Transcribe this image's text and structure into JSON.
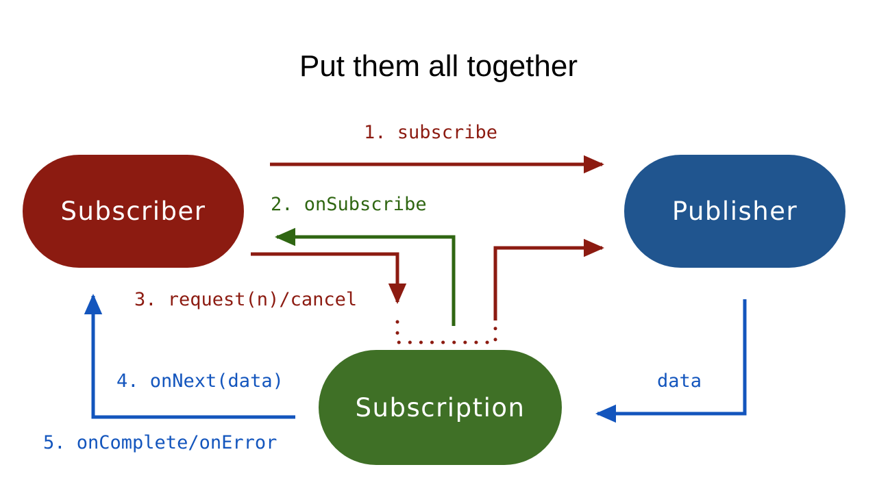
{
  "slide": {
    "title": "Put them all together",
    "background": "#ffffff"
  },
  "colors": {
    "red": "#8C1B11",
    "green_node": "#3F7026",
    "green_line": "#2F6612",
    "blue_node": "#20558F",
    "blue_line": "#1355BD",
    "text_on_node": "#ffffff",
    "title": "#000000"
  },
  "nodes": [
    {
      "id": "subscriber",
      "label": "Subscriber",
      "color": "#8C1B11"
    },
    {
      "id": "publisher",
      "label": "Publisher",
      "color": "#20558F"
    },
    {
      "id": "subscription",
      "label": "Subscription",
      "color": "#3F7026"
    }
  ],
  "edges": [
    {
      "id": "subscribe",
      "step": "1",
      "label": "1. subscribe",
      "color": "#8C1B11",
      "from": "subscriber",
      "to": "publisher",
      "style": "solid",
      "direction": "right"
    },
    {
      "id": "onsubscribe",
      "step": "2",
      "label": "2. onSubscribe",
      "color": "#2F6612",
      "from": "subscription",
      "to": "subscriber",
      "style": "solid",
      "direction": "left"
    },
    {
      "id": "request-cancel",
      "step": "3",
      "label": "3. request(n)/cancel",
      "color": "#8C1B11",
      "from": "subscriber",
      "to": "subscription",
      "style": "solid-then-dotted",
      "direction": "down"
    },
    {
      "id": "onnext",
      "step": "4",
      "label": "4. onNext(data)",
      "color": "#1355BD",
      "from": "subscription",
      "to": "subscriber",
      "style": "solid",
      "direction": "up"
    },
    {
      "id": "oncomplete-onerror",
      "step": "5",
      "label": "5. onComplete/onError",
      "color": "#1355BD",
      "from": "subscription",
      "to": "subscriber",
      "style": "solid",
      "direction": "up"
    },
    {
      "id": "data",
      "step": "",
      "label": "data",
      "color": "#1355BD",
      "from": "publisher",
      "to": "subscription",
      "style": "solid",
      "direction": "left"
    }
  ]
}
